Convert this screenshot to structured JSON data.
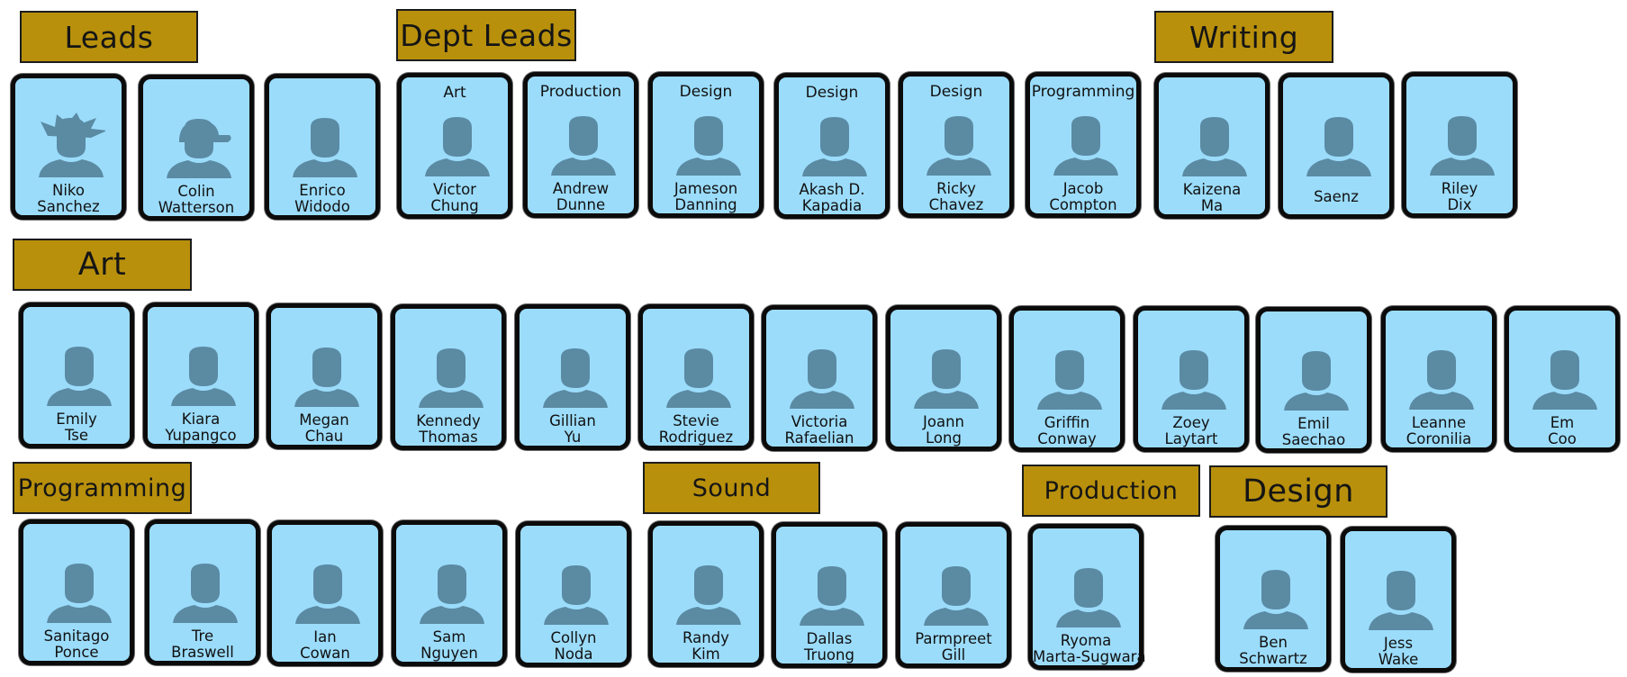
{
  "sections": [
    {
      "id": "leads",
      "label": "Leads",
      "members": [
        {
          "first": "Niko",
          "last": "Sanchez",
          "role": "",
          "hair": "spiky"
        },
        {
          "first": "Colin",
          "last": "Watterson",
          "role": "",
          "hair": "cap"
        },
        {
          "first": "Enrico",
          "last": "Widodo",
          "role": ""
        }
      ]
    },
    {
      "id": "dept-leads",
      "label": "Dept Leads",
      "members": [
        {
          "first": "Victor",
          "last": "Chung",
          "role": "Art"
        },
        {
          "first": "Andrew",
          "last": "Dunne",
          "role": "Production"
        },
        {
          "first": "Jameson",
          "last": "Danning",
          "role": "Design"
        },
        {
          "first": "Akash D.",
          "last": "Kapadia",
          "role": "Design"
        },
        {
          "first": "Ricky",
          "last": "Chavez",
          "role": "Design"
        },
        {
          "first": "Jacob",
          "last": "Compton",
          "role": "Programming"
        }
      ]
    },
    {
      "id": "writing",
      "label": "Writing",
      "members": [
        {
          "first": "Kaizena",
          "last": "Ma",
          "role": ""
        },
        {
          "first": "",
          "last": "Saenz",
          "role": ""
        },
        {
          "first": "Riley",
          "last": "Dix",
          "role": ""
        }
      ]
    },
    {
      "id": "art",
      "label": "Art",
      "members": [
        {
          "first": "Emily",
          "last": "Tse"
        },
        {
          "first": "Kiara",
          "last": "Yupangco"
        },
        {
          "first": "Megan",
          "last": "Chau"
        },
        {
          "first": "Kennedy",
          "last": "Thomas"
        },
        {
          "first": "Gillian",
          "last": "Yu"
        },
        {
          "first": "Stevie",
          "last": "Rodriguez"
        },
        {
          "first": "Victoria",
          "last": "Rafaelian"
        },
        {
          "first": "Joann",
          "last": "Long"
        },
        {
          "first": "Griffin",
          "last": "Conway"
        },
        {
          "first": "Zoey",
          "last": "Laytart"
        },
        {
          "first": "Emil",
          "last": "Saechao"
        },
        {
          "first": "Leanne",
          "last": "Coronilia"
        },
        {
          "first": "Em",
          "last": "Coo"
        }
      ]
    },
    {
      "id": "programming",
      "label": "Programming",
      "members": [
        {
          "first": "Sanitago",
          "last": "Ponce"
        },
        {
          "first": "Tre",
          "last": "Braswell"
        },
        {
          "first": "Ian",
          "last": "Cowan"
        },
        {
          "first": "Sam",
          "last": "Nguyen"
        },
        {
          "first": "Collyn",
          "last": "Noda"
        }
      ]
    },
    {
      "id": "sound",
      "label": "Sound",
      "members": [
        {
          "first": "Randy",
          "last": "Kim"
        },
        {
          "first": "Dallas",
          "last": "Truong"
        },
        {
          "first": "Parmpreet",
          "last": "Gill"
        }
      ]
    },
    {
      "id": "production",
      "label": "Production",
      "members": [
        {
          "first": "Ryoma",
          "last": "Marta-Sugwara"
        }
      ]
    },
    {
      "id": "design",
      "label": "Design",
      "members": [
        {
          "first": "Ben",
          "last": "Schwartz"
        },
        {
          "first": "Jess",
          "last": "Wake"
        }
      ]
    }
  ],
  "colors": {
    "header_bg": "#b8900c",
    "card_bg": "#9bdcfb",
    "silhouette": "#5b8aa3",
    "card_border": "#0b0b0b"
  },
  "icons": {
    "avatar": "person-silhouette-icon"
  }
}
